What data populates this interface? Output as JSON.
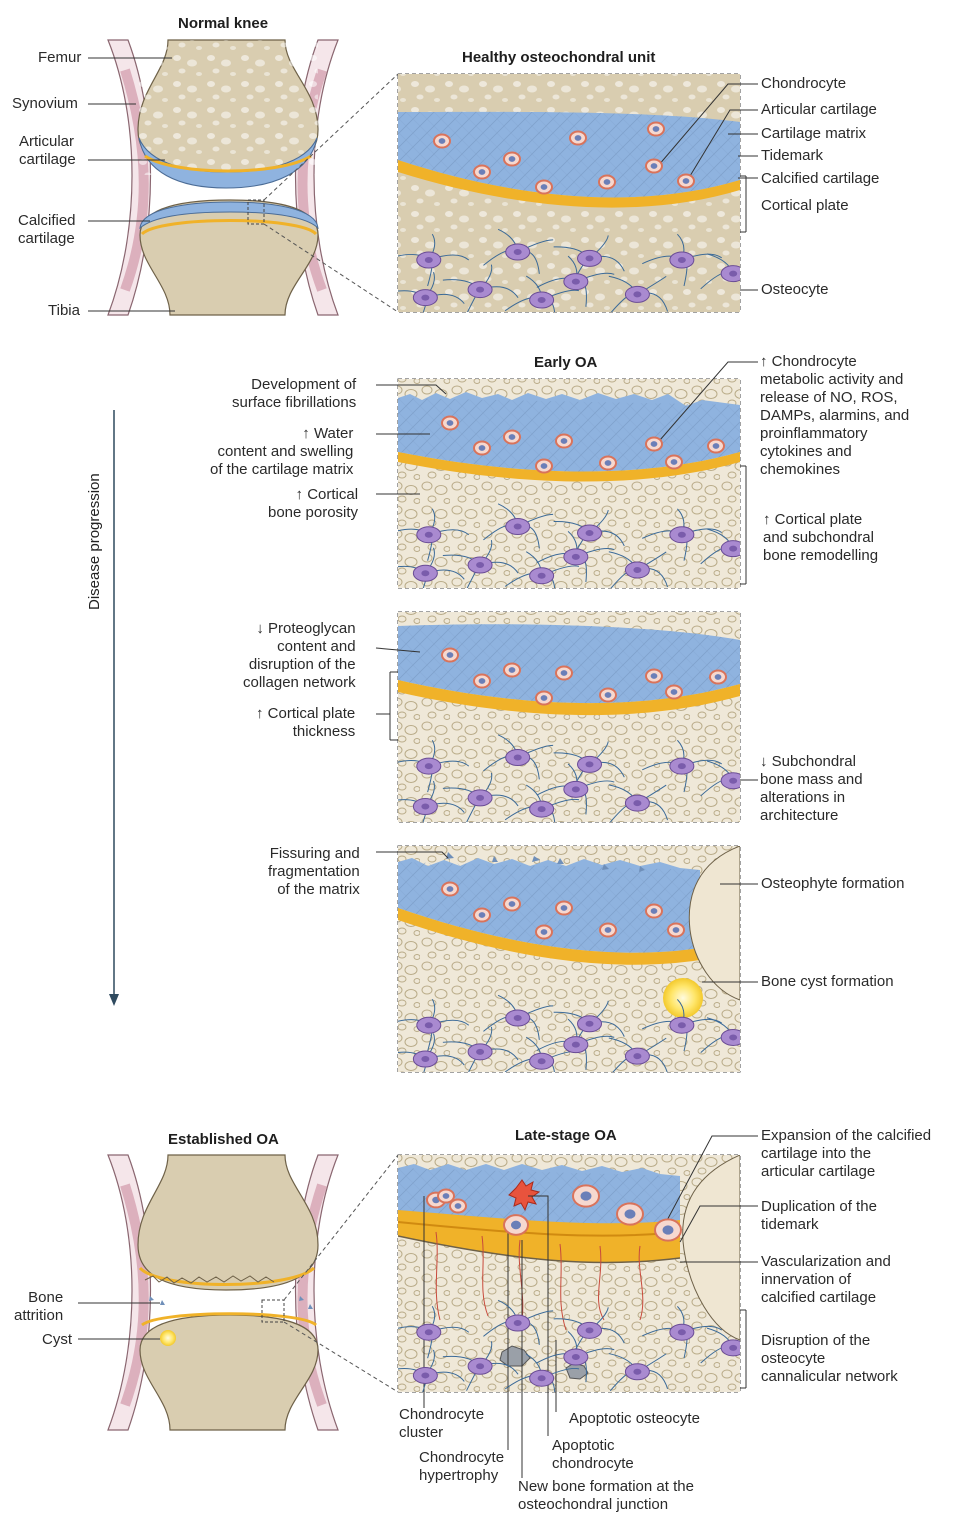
{
  "titles": {
    "normal_knee": "Normal knee",
    "healthy_unit": "Healthy osteochondral unit",
    "early_oa": "Early OA",
    "established_oa": "Established OA",
    "late_stage_oa": "Late-stage OA"
  },
  "knee_labels": {
    "femur": "Femur",
    "synovium": "Synovium",
    "articular_cartilage": "Articular\ncartilage",
    "calcified_cartilage": "Calcified\ncartilage",
    "tibia": "Tibia",
    "bone_attrition": "Bone\nattrition",
    "cyst": "Cyst"
  },
  "healthy_labels": {
    "chondrocyte": "Chondrocyte",
    "articular_cartilage": "Articular cartilage",
    "cartilage_matrix": "Cartilage matrix",
    "tidemark": "Tidemark",
    "calcified_cartilage": "Calcified cartilage",
    "cortical_plate": "Cortical plate",
    "osteocyte": "Osteocyte"
  },
  "progression": "Disease progression",
  "early_labels": {
    "fibrillations": "Development of\nsurface fibrillations",
    "water": "↑ Water\ncontent and swelling\nof the cartilage matrix",
    "porosity": "↑ Cortical\nbone porosity",
    "chondro_activity": "↑ Chondrocyte\nmetabolic activity and\nrelease of NO, ROS,\nDAMPs, alarmins, and\nproinflammatory\ncytokines and\nchemokines",
    "remodelling": "↑ Cortical plate\nand subchondral\nbone remodelling"
  },
  "mid_labels": {
    "proteoglycan": "↓ Proteoglycan\ncontent and\ndisruption of the\ncollagen network",
    "thickness": "↑ Cortical plate\nthickness",
    "bone_mass": "↓ Subchondral\nbone mass and\nalterations in\narchitecture"
  },
  "fissure_labels": {
    "fissuring": "Fissuring and\nfragmentation\nof the matrix",
    "osteophyte": "Osteophyte formation",
    "cyst": "Bone cyst formation"
  },
  "late_labels": {
    "expansion": "Expansion of the calcified\ncartilage into the\narticular cartilage",
    "duplication": "Duplication of the\ntidemark",
    "vascularization": "Vascularization and\ninnervation of\ncalcified cartilage",
    "disruption": "Disruption of the\nosteocyte\ncannalicular network",
    "cluster": "Chondrocyte\ncluster",
    "hypertrophy": "Chondrocyte\nhypertrophy",
    "new_bone": "New bone formation at the\nosteochondral junction",
    "apoptotic_chondrocyte": "Apoptotic\nchondrocyte",
    "apoptotic_osteocyte": "Apoptotic osteocyte"
  },
  "colors": {
    "cartilage": "#8fb3df",
    "tidemark": "#f0b229",
    "bone": "#d9cdb0",
    "bone_light": "#efe8d8",
    "synovium": "#d9a9b7",
    "osteocyte": "#a98ad0",
    "canaliculi": "#3b6a98",
    "chondrocyte": "#d9735b",
    "vessel": "#c84a3c"
  }
}
